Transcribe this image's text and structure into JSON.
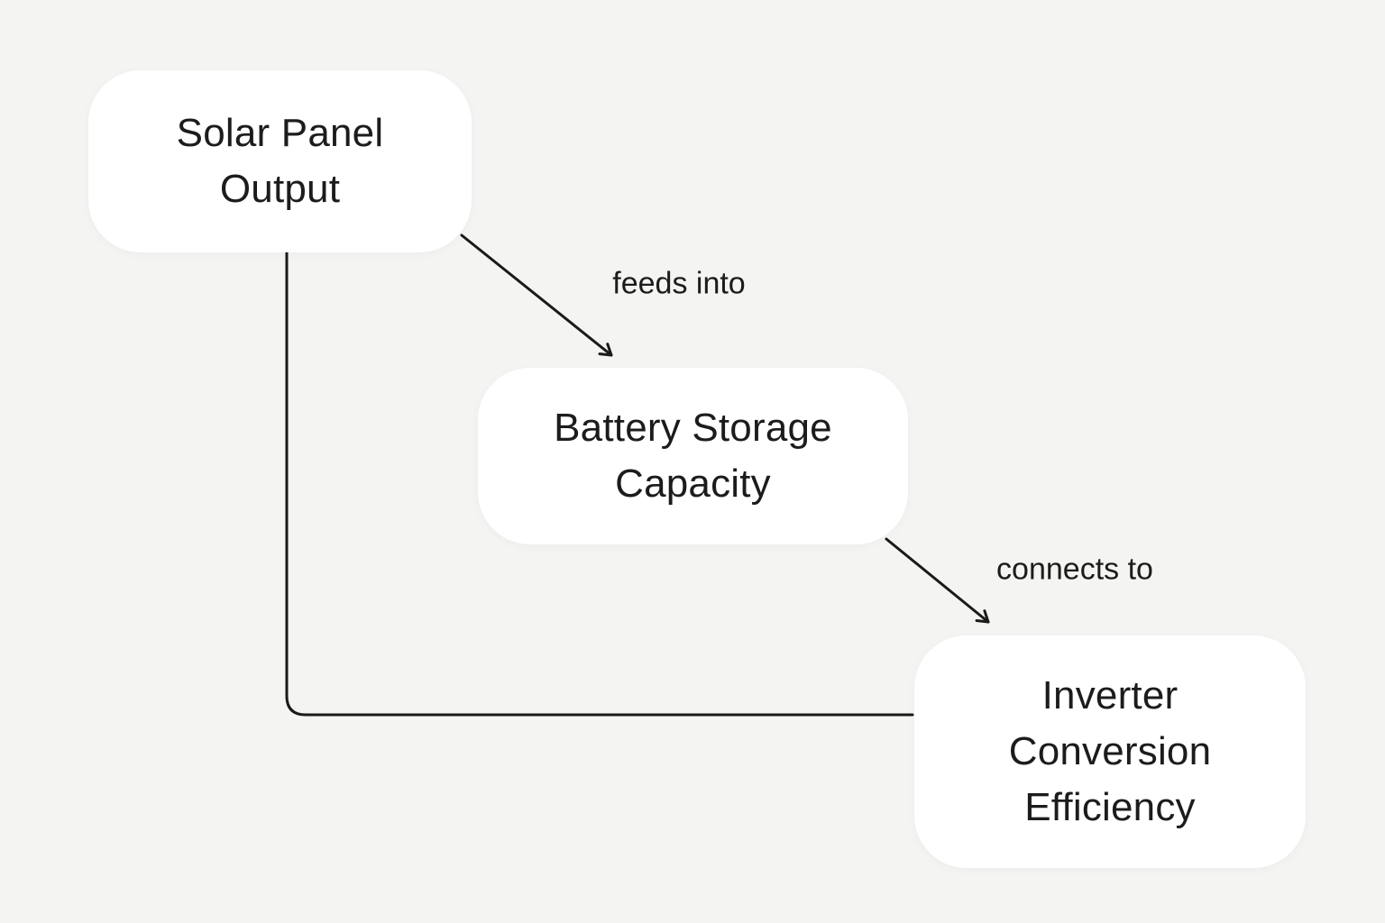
{
  "diagram": {
    "type": "flowchart",
    "background_color": "#f4f4f2",
    "node_fill_color": "#ffffff",
    "line_color": "#1a1a1a",
    "text_color": "#1c1c1c",
    "nodes": [
      {
        "id": "solar",
        "label": "Solar Panel Output"
      },
      {
        "id": "battery",
        "label": "Battery Storage Capacity"
      },
      {
        "id": "inverter",
        "label": "Inverter Conversion Efficiency"
      }
    ],
    "edges": [
      {
        "from": "solar",
        "to": "battery",
        "label": "feeds into",
        "style": "straight-arrow"
      },
      {
        "from": "battery",
        "to": "inverter",
        "label": "connects to",
        "style": "straight-arrow"
      },
      {
        "from": "solar",
        "to": "inverter",
        "label": "",
        "style": "elbow-line"
      }
    ]
  }
}
